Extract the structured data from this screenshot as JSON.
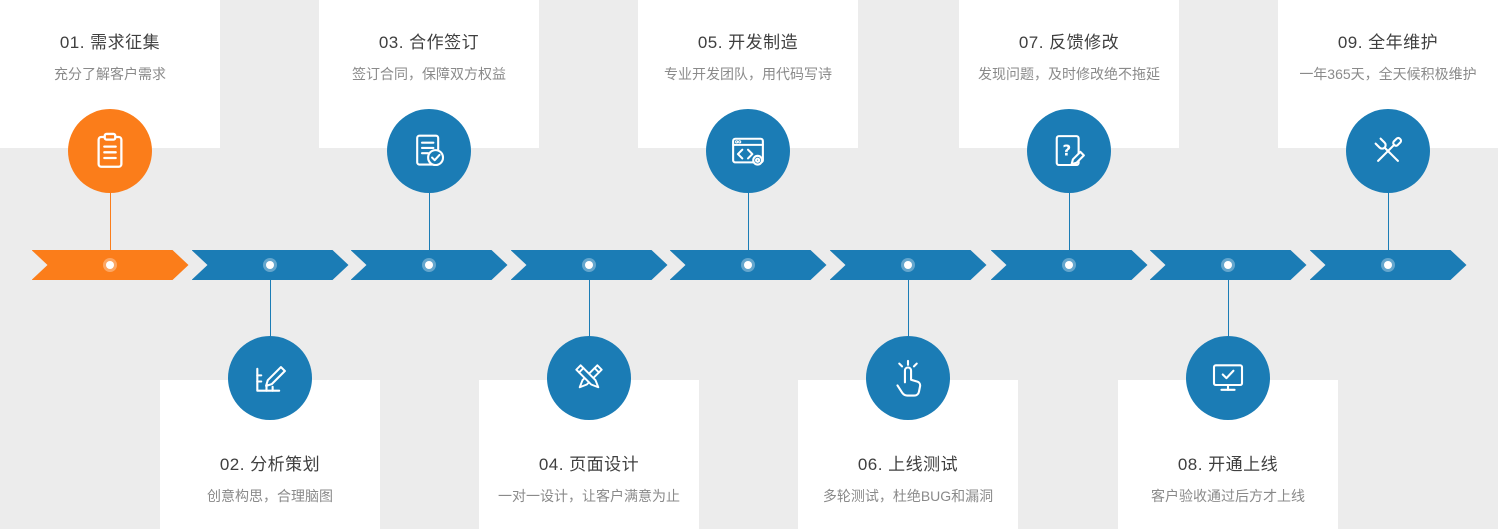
{
  "colors": {
    "background": "#ececec",
    "card_background": "#ffffff",
    "accent_orange": "#fb7d1a",
    "accent_blue": "#1b7cb5",
    "title_text": "#3f3f3f",
    "subtitle_text": "#8a8a8a"
  },
  "steps": [
    {
      "title": "01. 需求征集",
      "subtitle": "充分了解客户需求",
      "icon": "clipboard-list-icon"
    },
    {
      "title": "02. 分析策划",
      "subtitle": "创意构思，合理脑图",
      "icon": "pencil-ruler-icon"
    },
    {
      "title": "03. 合作签订",
      "subtitle": "签订合同，保障双方权益",
      "icon": "contract-check-icon"
    },
    {
      "title": "04. 页面设计",
      "subtitle": "一对一设计，让客户满意为止",
      "icon": "crossed-pencils-icon"
    },
    {
      "title": "05. 开发制造",
      "subtitle": "专业开发团队，用代码写诗",
      "icon": "code-window-icon"
    },
    {
      "title": "06. 上线测试",
      "subtitle": "多轮测试，杜绝BUG和漏洞",
      "icon": "hand-click-icon"
    },
    {
      "title": "07. 反馈修改",
      "subtitle": "发现问题，及时修改绝不拖延",
      "icon": "document-question-icon"
    },
    {
      "title": "08. 开通上线",
      "subtitle": "客户验收通过后方才上线",
      "icon": "monitor-check-icon"
    },
    {
      "title": "09. 全年维护",
      "subtitle": "一年365天，全天候积极维护",
      "icon": "wrench-screwdriver-icon"
    }
  ]
}
